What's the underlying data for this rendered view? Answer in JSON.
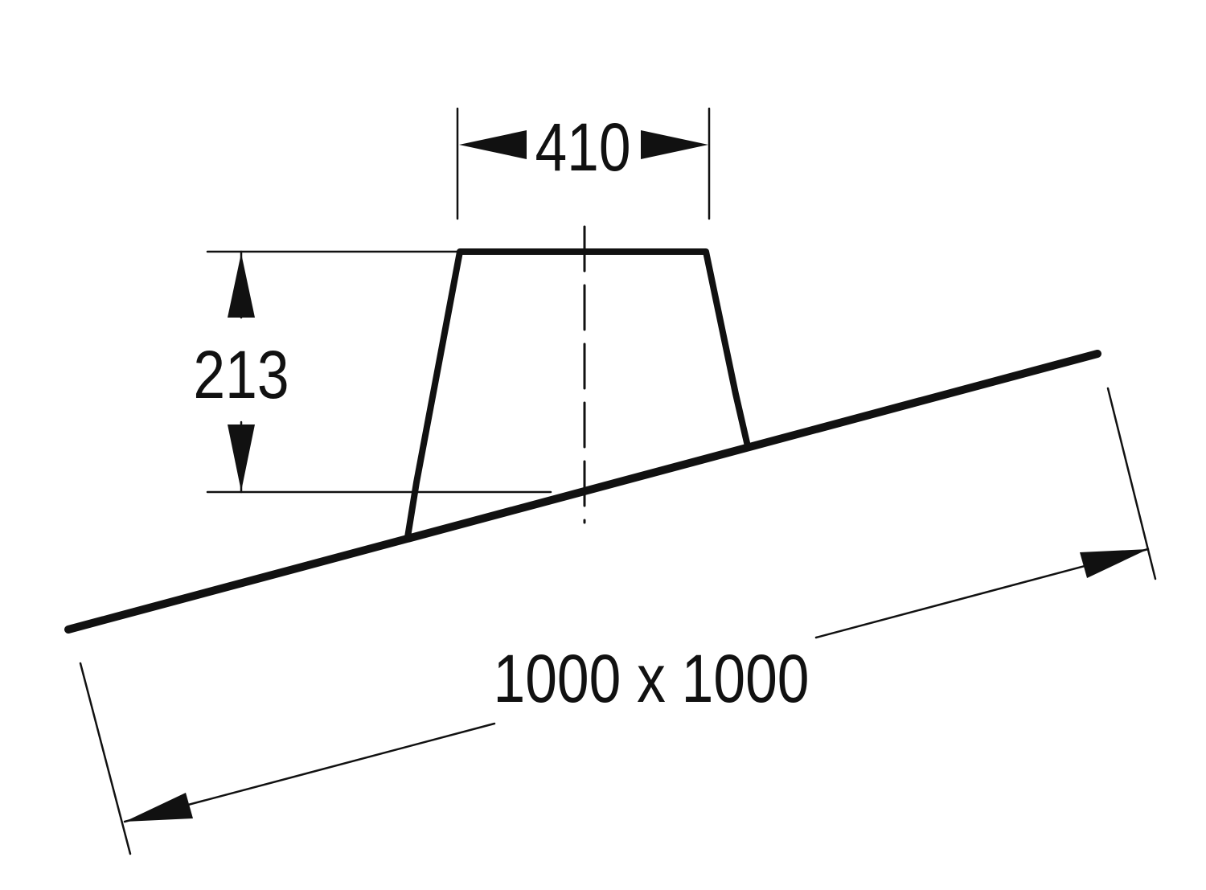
{
  "dimensions": {
    "top_width": "410",
    "height": "213",
    "base_size": "1000 x 1000"
  },
  "colors": {
    "line": "#111111",
    "background": "#ffffff"
  }
}
